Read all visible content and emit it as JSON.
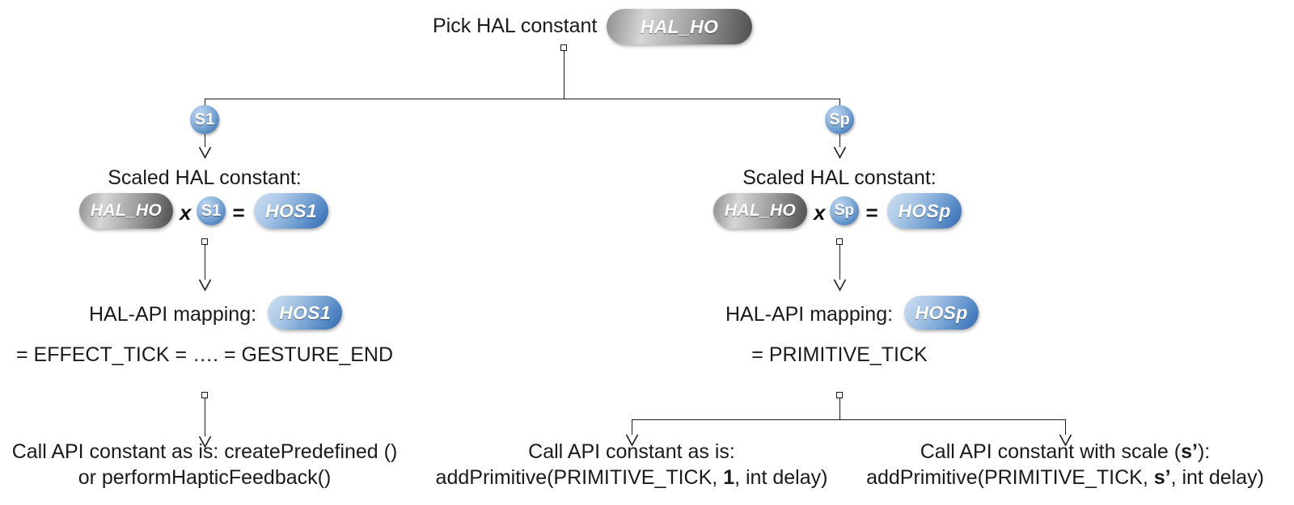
{
  "diagram": {
    "title_row": {
      "label": "Pick HAL constant",
      "pill": "HAL_HO"
    },
    "colors": {
      "gray_pill": "#8e8e8e",
      "blue_pill": "#5f92cb",
      "blue_circle": "#5c8fc6",
      "line": "#1a1a1a",
      "text": "#1a1a1a",
      "background": "#ffffff"
    },
    "branches": [
      {
        "id": "left",
        "scale_badge": "S1",
        "scaled": {
          "caption": "Scaled HAL constant:",
          "operand_a": "HAL_HO",
          "times": "x",
          "operand_b": "S1",
          "equals": "=",
          "result": "HOS1"
        },
        "mapping": {
          "caption": "HAL-API mapping:",
          "pill": "HOS1",
          "expansion": "= EFFECT_TICK = …. = GESTURE_END"
        },
        "leaves": [
          {
            "line1": "Call API constant as is: createPredefined ()",
            "line2": "or performHapticFeedback()"
          }
        ]
      },
      {
        "id": "right",
        "scale_badge": "Sp",
        "scaled": {
          "caption": "Scaled HAL constant:",
          "operand_a": "HAL_HO",
          "times": "x",
          "operand_b": "Sp",
          "equals": "=",
          "result": "HOSp"
        },
        "mapping": {
          "caption": "HAL-API mapping:",
          "pill": "HOSp",
          "expansion": "= PRIMITIVE_TICK"
        },
        "leaves": [
          {
            "line1": "Call API constant as is:",
            "line2_pre": "addPrimitive(PRIMITIVE_TICK, ",
            "line2_bold": "1",
            "line2_post": ", int delay)"
          },
          {
            "line1_pre": "Call API constant with scale (",
            "line1_bold": "s’",
            "line1_post": "):",
            "line2_pre": "addPrimitive(PRIMITIVE_TICK, ",
            "line2_bold": "s’",
            "line2_post": ", int delay)"
          }
        ]
      }
    ]
  }
}
